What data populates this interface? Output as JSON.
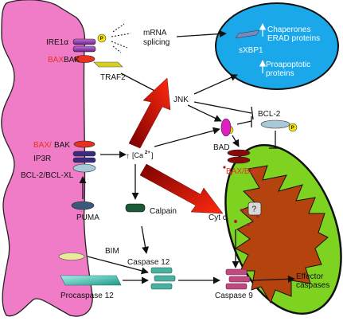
{
  "labels": {
    "ire1a": "IRE1α",
    "bax_bak_top_a": "BAX",
    "bax_bak_top_b": "BAK",
    "mrna_line1": "mRNA",
    "mrna_line2": "splicing",
    "traf2": "TRAF2",
    "jnk": "JNK",
    "chaperones": "Chaperones",
    "erad": "ERAD proteins",
    "sxbp1": "sXBP1",
    "proapoptotic_line1": "Proapoptotic",
    "proapoptotic_line2": "proteins",
    "bcl2_right": "BCL-2",
    "bad": "BAD",
    "bax_bak_mid_a": "BAX/",
    "bax_bak_mid_b": "BAK",
    "ip3r": "IP3R",
    "ca_up": "↑",
    "ca": "[Ca",
    "ca_sup": "2+",
    "ca_close": "]",
    "bcl2_bclxl": "BCL-2/BCL-XL",
    "puma": "PUMA",
    "calpain": "Calpain",
    "cytc": "Cyt c",
    "question": "?",
    "bax_bak_mito": "BAX/BAK",
    "bim": "BIM",
    "caspase12": "Caspase 12",
    "procaspase12": "Procaspase 12",
    "caspase9": "Caspase 9",
    "effector_line1": "Effector",
    "effector_line2": "caspases",
    "p": "P"
  },
  "colors": {
    "er": "#f07cc8",
    "er_outline": "#222222",
    "nucleus": "#1aa8ea",
    "mitochondrion": "#7ed321",
    "mito_inner": "#b5430e",
    "bax": "#e8321e",
    "ire1": "#8a3aa0",
    "p_badge": "#f5e300",
    "red_arrow": "#e01010"
  }
}
